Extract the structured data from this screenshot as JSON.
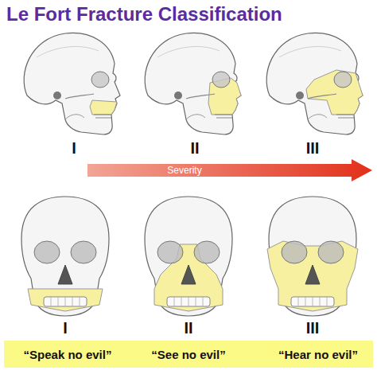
{
  "diagram": {
    "title": "Le Fort Fracture Classification",
    "nodes": [
      {
        "text": [
          "Severity"
        ]
      },
      {
        "text": [
          "“Speak no evil”",
          "“See no evil”",
          "“Hear no evil”"
        ]
      }
    ],
    "labels": [
      "I",
      "II",
      "III",
      "I",
      "II",
      "III"
    ]
  }
}
